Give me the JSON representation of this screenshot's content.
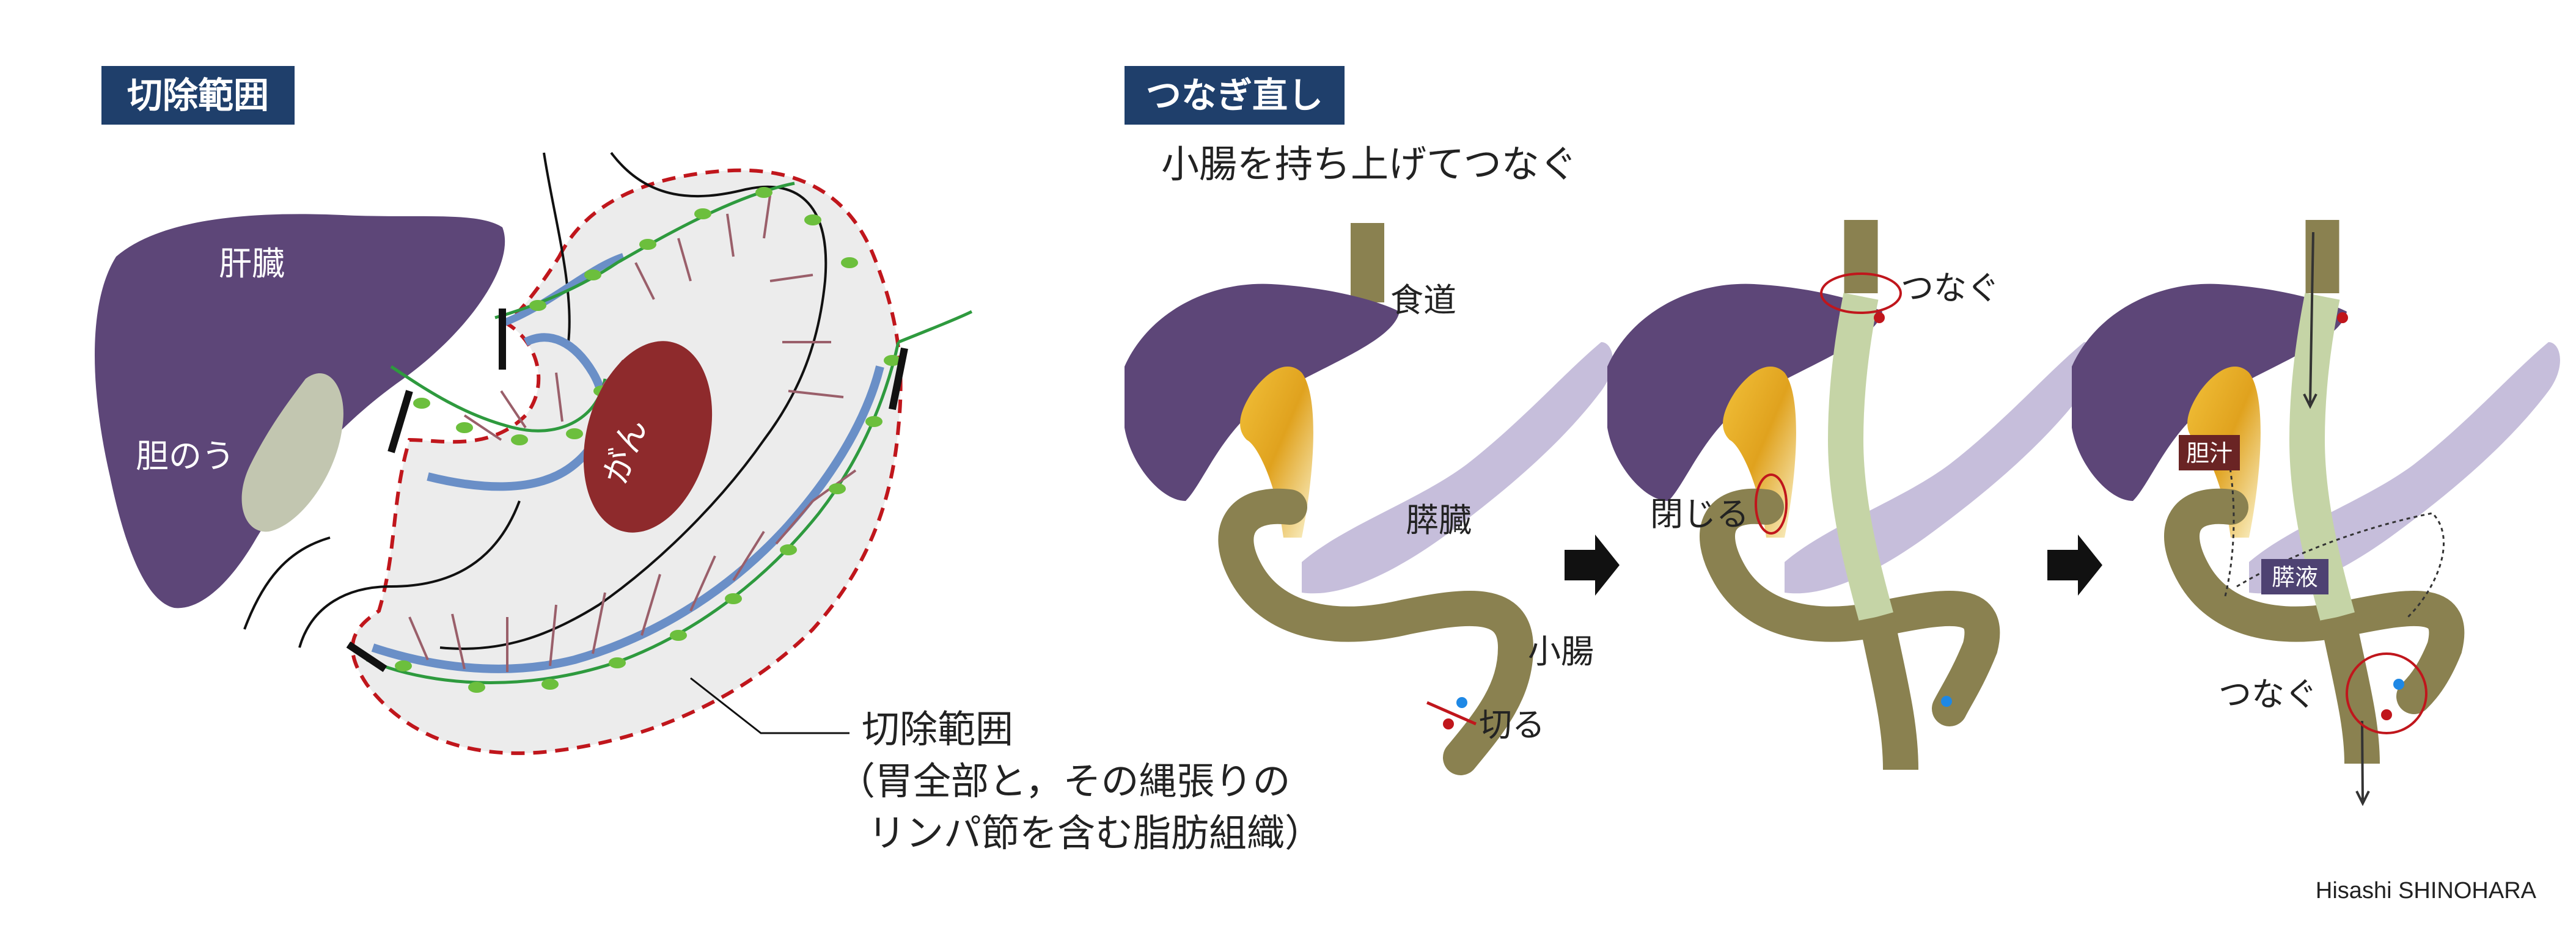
{
  "section_left": {
    "title": "切除範囲"
  },
  "section_right": {
    "title": "つなぎ直し",
    "subtitle": "小腸を持ち上げてつなぐ"
  },
  "left_labels": {
    "liver": "肝臓",
    "gallbladder": "胆のう",
    "cancer": "がん",
    "resection_line1": "切除範囲",
    "resection_line2": "（胃全部と，その縄張りの",
    "resection_line3": "リンパ節を含む脂肪組織）"
  },
  "panel1_labels": {
    "esophagus": "食道",
    "pancreas": "膵臓",
    "small_intestine": "小腸",
    "cut": "切る"
  },
  "panel2_labels": {
    "connect": "つなぐ",
    "close": "閉じる"
  },
  "panel3_labels": {
    "bile": "胆汁",
    "pancreatic_juice": "膵液",
    "connect": "つなぐ"
  },
  "credit": "Hisashi SHINOHARA",
  "colors": {
    "header_bg": "#1f3f6b",
    "liver": "#5d4678",
    "gallbladder_grey": "#c2c6b0",
    "cancer": "#8e2a2c",
    "resection_fill": "#ececec",
    "resection_border": "#c0161c",
    "intestine": "#8a8150",
    "intestine_light": "#c5d4a6",
    "pancreas": "#c6bedb",
    "gallbladder_orange": "#e2a423",
    "bile_label_bg": "#6a2424",
    "pancreatic_label_bg": "#4e4272"
  }
}
